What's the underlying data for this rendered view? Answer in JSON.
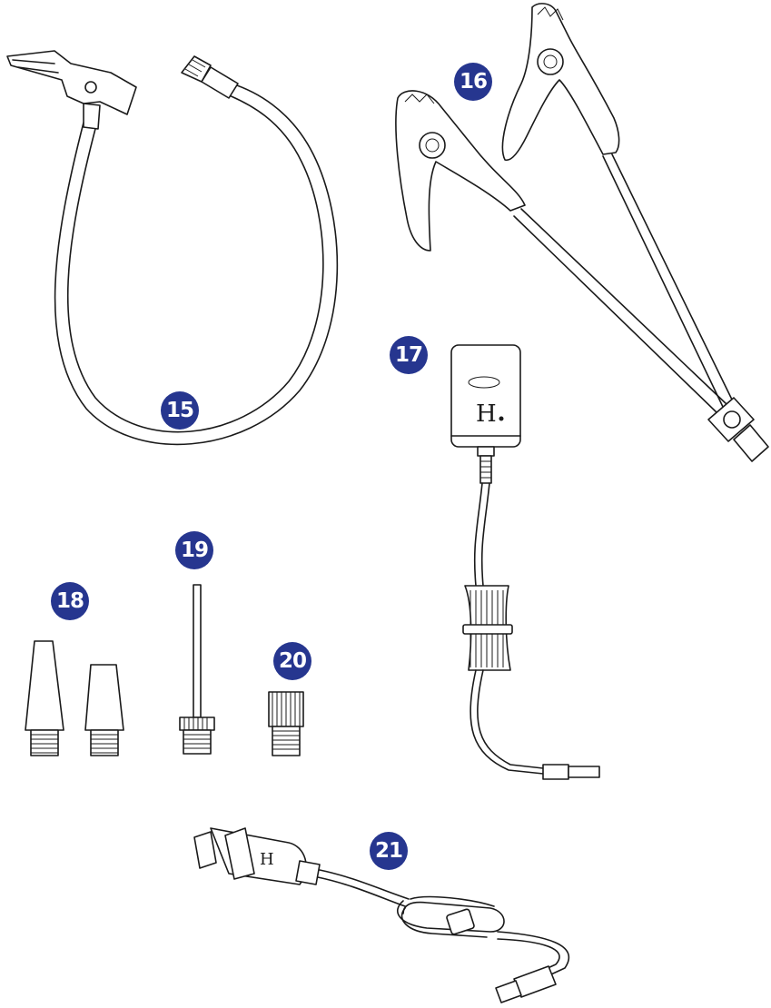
{
  "badge_color": "#26368f",
  "callouts": {
    "hose": "15",
    "clamps": "16",
    "charger": "17",
    "nozzles": "18",
    "needle": "19",
    "adapter": "20",
    "car_charger": "21"
  },
  "logo_letter": "H"
}
